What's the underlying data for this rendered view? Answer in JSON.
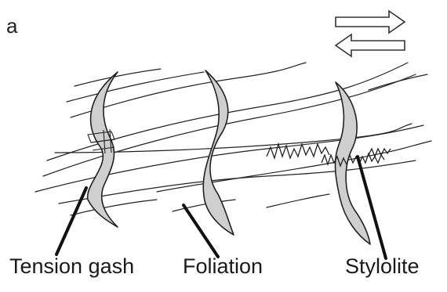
{
  "panel": {
    "letter": "a"
  },
  "labels": {
    "tension_gash": "Tension gash",
    "foliation": "Foliation",
    "stylolite": "Stylolite"
  },
  "colors": {
    "line": "#222222",
    "gash_fill": "#cfcfcf",
    "background": "#ffffff"
  },
  "icons": {
    "shear_sense": "dextral-shear-arrows-icon"
  }
}
